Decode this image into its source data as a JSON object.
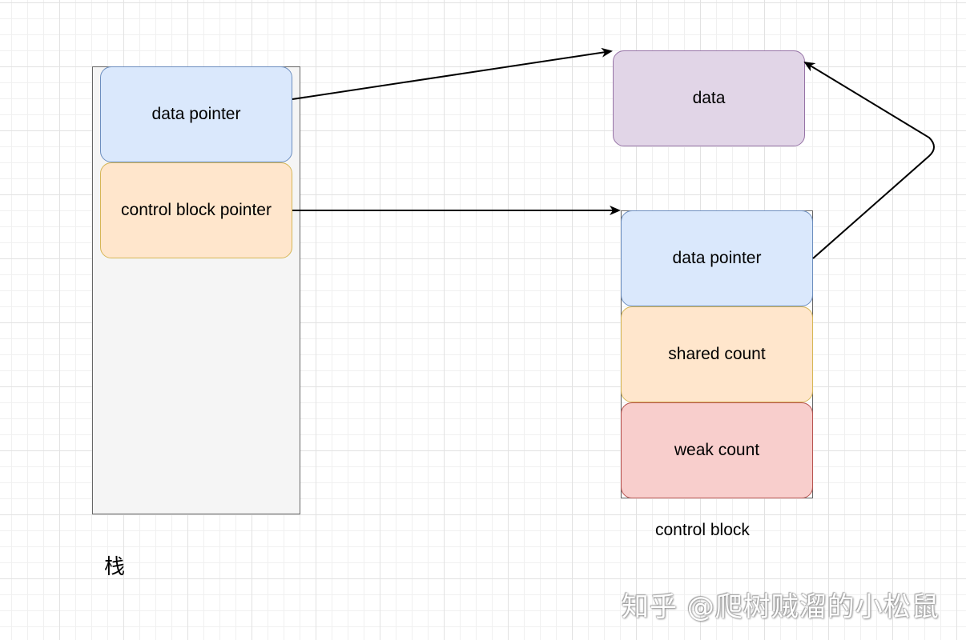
{
  "stack": {
    "label": "栈",
    "data_pointer": "data pointer",
    "control_block_pointer": "control block pointer"
  },
  "heap": {
    "data": "data"
  },
  "control_block": {
    "label": "control block",
    "data_pointer": "data pointer",
    "shared_count": "shared count",
    "weak_count": "weak count"
  },
  "watermark": "知乎 @爬树贼溜的小松鼠",
  "colors": {
    "blue_fill": "#dae8fc",
    "blue_stroke": "#6c8ebf",
    "orange_fill": "#ffe6cc",
    "orange_stroke": "#d6b656",
    "purple_fill": "#e1d5e7",
    "purple_stroke": "#9673a6",
    "red_fill": "#f8cecc",
    "red_stroke": "#b85450",
    "container_fill": "#f5f5f5",
    "container_stroke": "#666666"
  }
}
